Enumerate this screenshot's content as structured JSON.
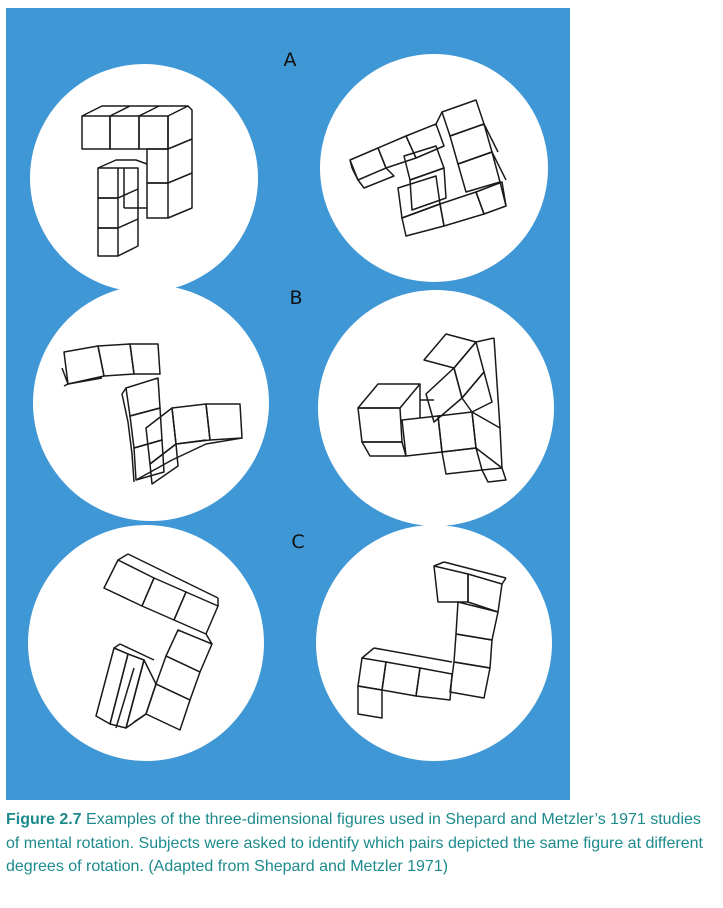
{
  "figure": {
    "background_color": "#3f97d6",
    "circle_color": "#ffffff",
    "line_color": "#1a1a1a",
    "rows": [
      {
        "label": "A"
      },
      {
        "label": "B"
      },
      {
        "label": "C"
      }
    ]
  },
  "caption": {
    "label": "Figure 2.7",
    "color": "#1d8a8c",
    "text": "Examples of the three-dimensional figures used in Shepard and Metzler’s 1971 studies of mental rotation. Subjects were asked to identify which pairs depicted the same figure at different degrees of rotation. (Adapted from Shepard and Metzler 1971)"
  }
}
